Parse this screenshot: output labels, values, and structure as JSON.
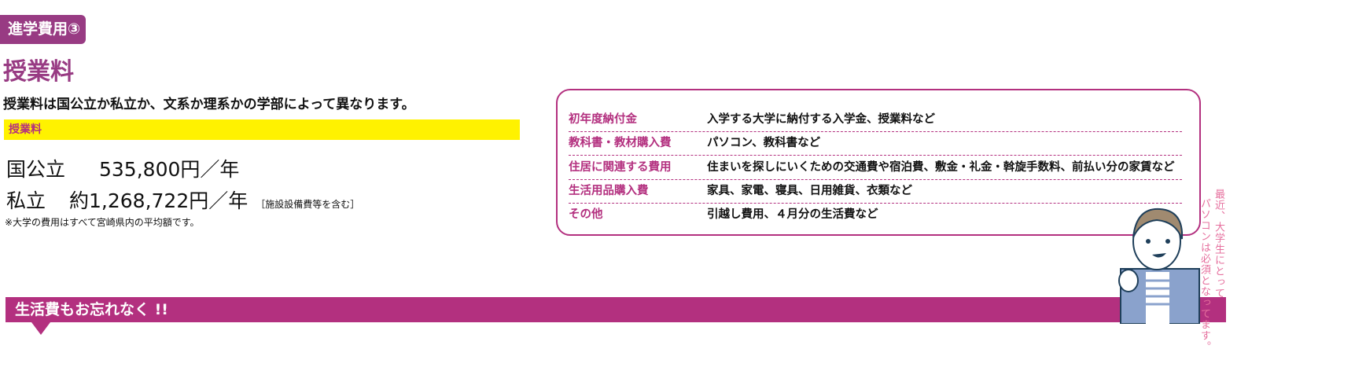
{
  "tag": "進学費用③",
  "title": "授業料",
  "lead": "授業料は国公立か私立か、文系か理系かの学部によって異なります。",
  "tuition_header": "授業料",
  "fees": [
    {
      "label": "国公立",
      "amount": "535,800円／年",
      "note": ""
    },
    {
      "label": "私立",
      "amount": "約1,268,722円／年",
      "note": "［施設設備費等を含む］"
    }
  ],
  "footnote": "※大学の費用はすべて宮崎県内の平均額です。",
  "costs": [
    {
      "item": "初年度納付金",
      "desc": "入学する大学に納付する入学金、授業料など"
    },
    {
      "item": "教科書・教材購入費",
      "desc": "パソコン、教科書など"
    },
    {
      "item": "住居に関連する費用",
      "desc": "住まいを探しにいくための交通費や宿泊費、敷金・礼金・斡旋手数料、前払い分の家賃など"
    },
    {
      "item": "生活用品購入費",
      "desc": "家具、家電、寝具、日用雑貨、衣類など"
    },
    {
      "item": "その他",
      "desc": "引越し費用、４月分の生活費など"
    }
  ],
  "section_bar": "生活費もお忘れなく !!",
  "speech": [
    "最近、大学生にとって",
    "パソコンは必須となってます。"
  ]
}
